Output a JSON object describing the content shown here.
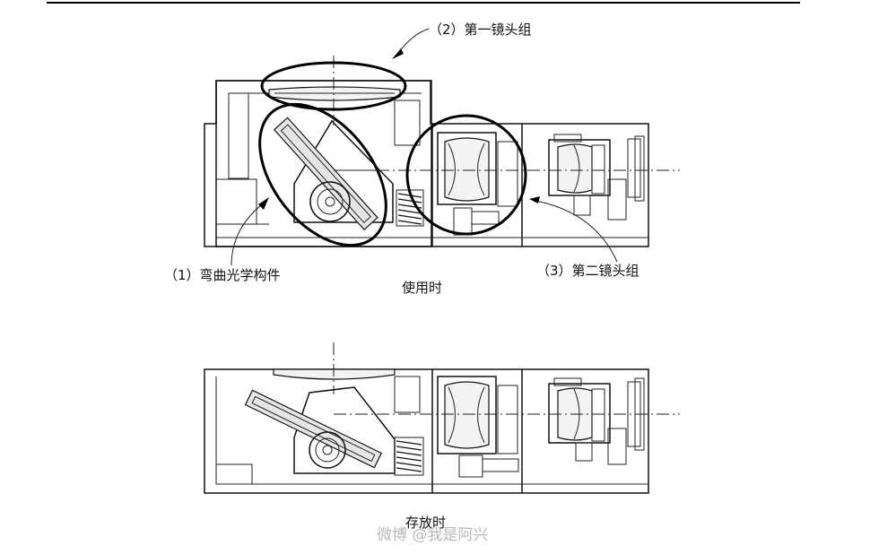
{
  "labels": {
    "first_lens_group": "（2）第一镜头组",
    "bending_optical_element": "（1）弯曲光学构件",
    "second_lens_group": "（3）第二镜头组",
    "in_use": "使用时",
    "stored": "存放时"
  },
  "watermark": "微博 @我是阿兴"
}
